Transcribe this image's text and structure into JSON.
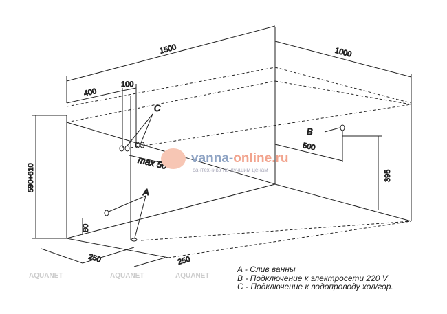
{
  "dimensions": {
    "length": "1500",
    "width": "1000",
    "height": "590÷610",
    "d400": "400",
    "d100": "100",
    "max50": "max 50",
    "d500": "500",
    "d395": "395",
    "d80": "80",
    "d250a": "250",
    "d250b": "250"
  },
  "markers": {
    "a": "A",
    "b": "B",
    "c": "C"
  },
  "legend": [
    "A - Слив ванны",
    "B - Подключение к электросети 220 V",
    "C - Подключение к водопроводу хол/гор."
  ],
  "watermark": {
    "brand": "AQUANET",
    "site_main_a": "vanna-",
    "site_main_b": "online.ru",
    "site_sub": "сантехника по лучшим ценам"
  },
  "colors": {
    "line": "#222222",
    "watermark": "#cccccc"
  }
}
